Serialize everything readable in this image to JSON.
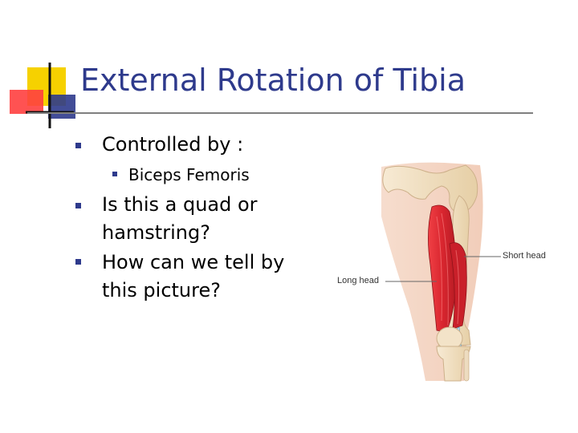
{
  "slide": {
    "title": "External Rotation of Tibia",
    "bullets": [
      {
        "text": "Controlled by :"
      },
      {
        "text": "Biceps Femoris"
      },
      {
        "text": "Is this a quad or hamstring?"
      },
      {
        "text": "How can we tell by this picture?"
      }
    ]
  },
  "figure": {
    "labels": {
      "short_head": "Short head",
      "long_head": "Long head"
    }
  },
  "colors": {
    "title": "#2e3a8c",
    "accent_yellow": "#f6d100",
    "accent_red": "#ff3f3f",
    "accent_blue": "#2e3a8c",
    "muscle_red": "#d9262f",
    "bone": "#f1dfc0"
  }
}
